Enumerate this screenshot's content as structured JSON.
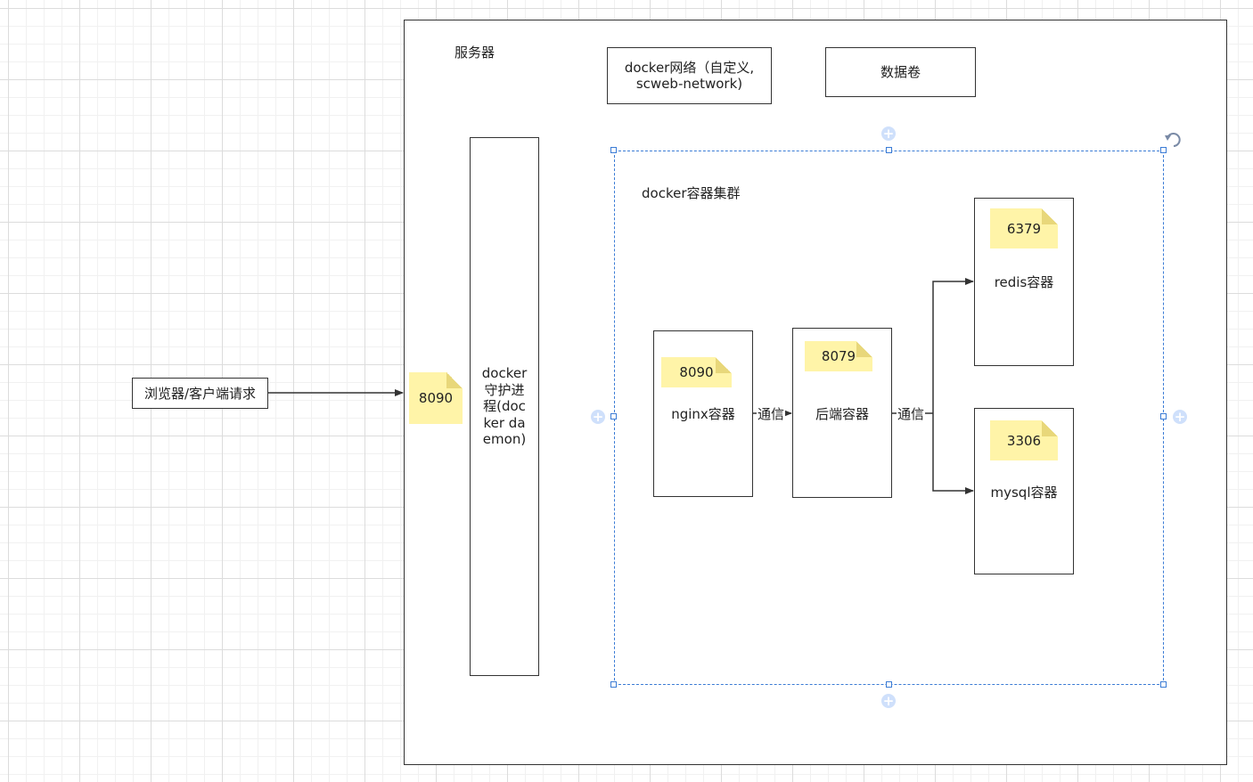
{
  "client": {
    "label": "浏览器/客户端请求"
  },
  "server": {
    "label": "服务器"
  },
  "network": {
    "line1": "docker网络（自定义,",
    "line2": "scweb-network)"
  },
  "volume": {
    "label": "数据卷"
  },
  "daemon": {
    "label": "docker守护进程(docker daemon)",
    "port": "8090"
  },
  "cluster": {
    "label": "docker容器集群"
  },
  "nginx": {
    "label": "nginx容器",
    "port": "8090"
  },
  "backend": {
    "label": "后端容器",
    "port": "8079"
  },
  "redis": {
    "label": "redis容器",
    "port": "6379"
  },
  "mysql": {
    "label": "mysql容器",
    "port": "3306"
  },
  "edges": {
    "nginx_backend": "通信",
    "backend_db": "通信"
  },
  "colors": {
    "note": "#fff4a8",
    "selection": "#3a7bd5",
    "stroke": "#333333"
  }
}
